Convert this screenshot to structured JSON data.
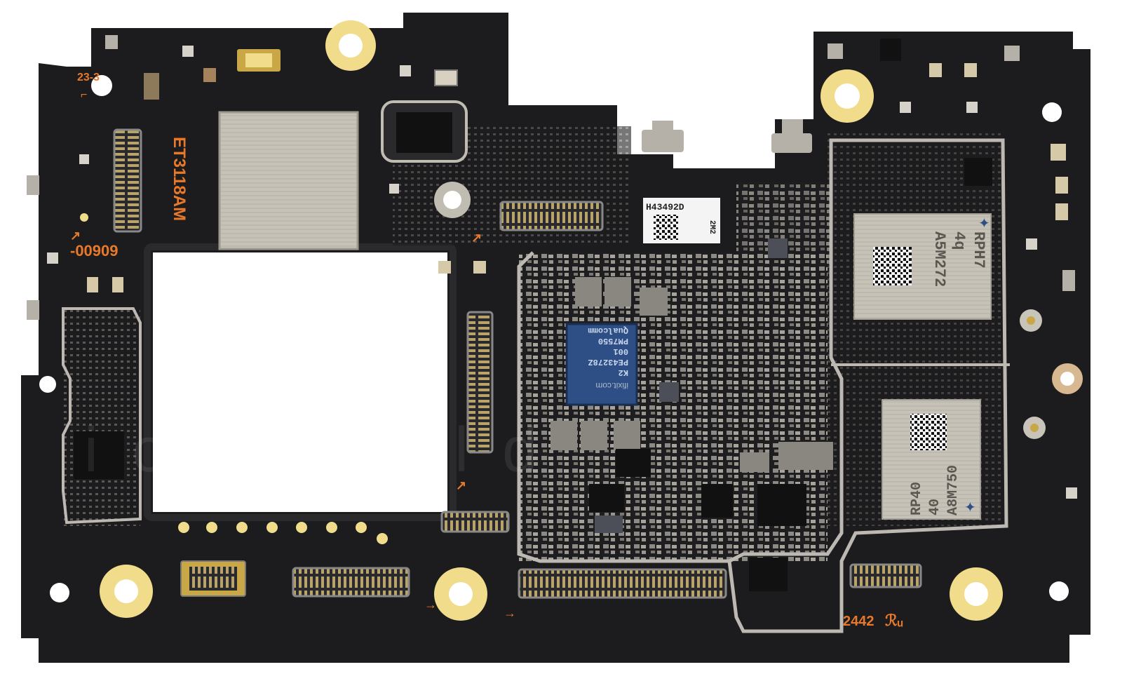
{
  "silkscreen": {
    "board_rev": "23-3",
    "part_code": "ET3118AM",
    "serial_fragment": "-00909",
    "date_code": "2442",
    "ul_mark": "ℛᵤ"
  },
  "chips": {
    "pmic": {
      "line1": "Qualcomm",
      "line2": "PM7550",
      "line3": "001",
      "line4": "PE43278Z",
      "line5": "K2",
      "watermark": "ifixit.com"
    },
    "label": {
      "code": "H43492D",
      "side": "2M2"
    },
    "rf_top": {
      "line1": "RPH7",
      "line2": "4q",
      "line3": "A5M272"
    },
    "rf_bottom": {
      "line1": "RP40",
      "line2": "40",
      "line3": "A8M750"
    }
  },
  "colors": {
    "board": "#1c1c1e",
    "silkscreen": "#e8792a",
    "gold_pad": "#f0dc8a",
    "shield": "#c9c4ba",
    "pmic_blue": "#2d4f86"
  },
  "watermark": {
    "text": "ictogold"
  }
}
